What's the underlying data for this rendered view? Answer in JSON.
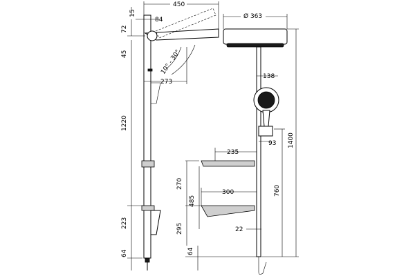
{
  "dimensions": {
    "overall_width": "450",
    "top_height": "15",
    "bar_to_arm": "84",
    "arm_offset": "72",
    "arm_to_holder": "45",
    "arm_reach": "273",
    "angle_range": "10° - 30°",
    "bar_height": "1220",
    "lower_holder": "223",
    "bottom_left": "64",
    "head_diameter": "Ø 363",
    "handshower_width": "138",
    "handshower_offset": "93",
    "shelf_upper_depth": "235",
    "shelf_lower_depth": "300",
    "shelf_spacing_270": "270",
    "shelf_spacing_485": "485",
    "shelf_spacing_295": "295",
    "bottom_center": "64",
    "pipe_offset": "22",
    "holder_height": "760",
    "total_height": "1400"
  }
}
